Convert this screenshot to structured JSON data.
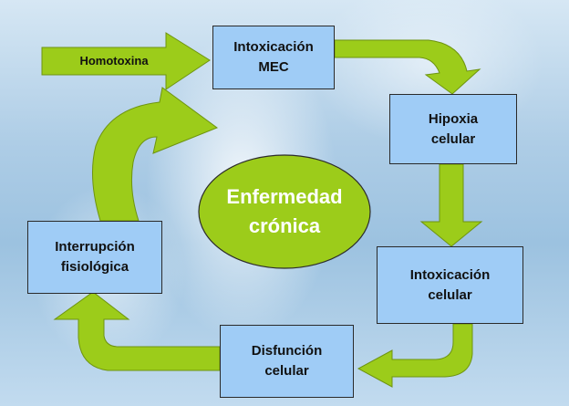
{
  "diagram": {
    "input_arrow_label": "Homotoxina",
    "center_label": "Enfermedad\ncrónica",
    "boxes": [
      {
        "id": "intox-mec",
        "label": "Intoxicación\nMEC"
      },
      {
        "id": "hipoxia",
        "label": "Hipoxia\ncelular"
      },
      {
        "id": "intox-celular",
        "label": "Intoxicación\ncelular"
      },
      {
        "id": "disfuncion",
        "label": "Disfunción\ncelular"
      },
      {
        "id": "interrupcion",
        "label": "Interrupción\nfisiológica"
      }
    ]
  },
  "colors": {
    "box_fill": "#9fccf6",
    "arrow_fill": "#9ccc1a",
    "ellipse_fill": "#9ccc1a",
    "center_text": "#ffffff"
  }
}
